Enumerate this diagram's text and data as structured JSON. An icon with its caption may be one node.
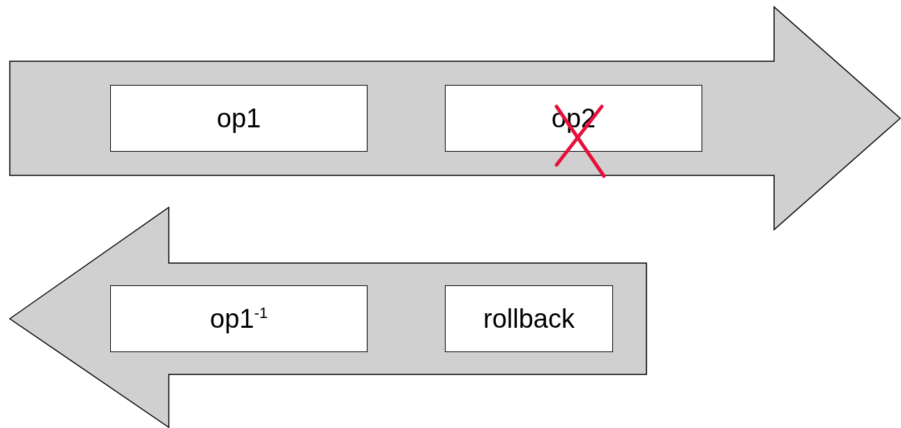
{
  "diagram": {
    "nodes": [
      {
        "text": [],
        "shape": "arrow"
      },
      {
        "text": [
          "op1"
        ],
        "in": 0
      },
      {
        "text": [
          "op2"
        ],
        "in": 0
      },
      {
        "text": [],
        "shape": "arrow"
      },
      {
        "text": [
          "op1$^{-1}$"
        ],
        "in": 3
      },
      {
        "text": [
          "rollback"
        ],
        "in": 3
      }
    ]
  }
}
